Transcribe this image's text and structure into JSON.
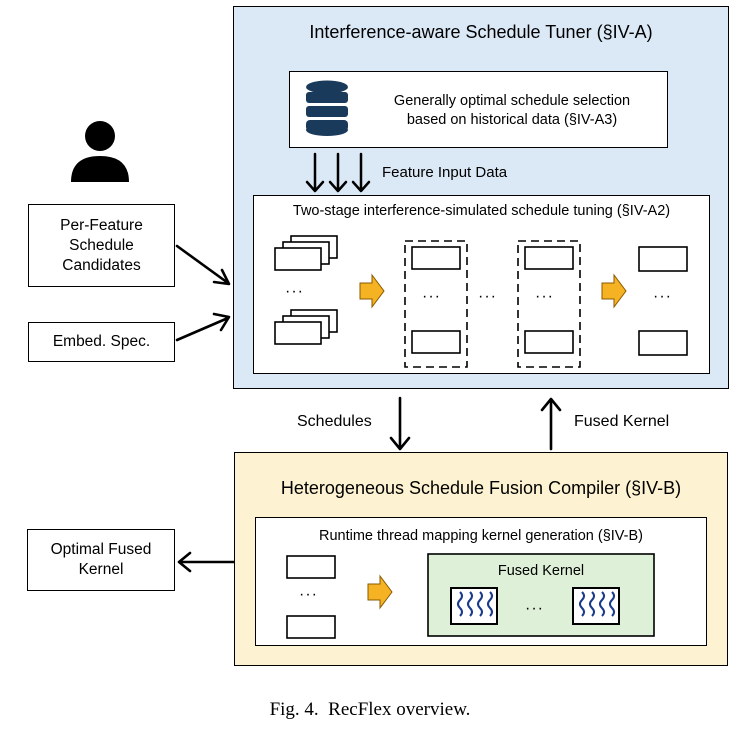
{
  "tuner": {
    "title": "Interference-aware Schedule Tuner (§IV-A)",
    "database_line1": "Generally optimal schedule selection",
    "database_line2": "based on historical data (§IV-A3)",
    "feature_label": "Feature Input Data",
    "tuning_title": "Two-stage interference-simulated schedule tuning (§IV-A2)",
    "ellipsis": "···"
  },
  "inputs": {
    "candidates_line1": "Per-Feature",
    "candidates_line2": "Schedule",
    "candidates_line3": "Candidates",
    "embed_spec": "Embed. Spec."
  },
  "flow": {
    "schedules": "Schedules",
    "fused_kernel": "Fused Kernel"
  },
  "compiler": {
    "title": "Heterogeneous Schedule Fusion Compiler (§IV-B)",
    "runtime_title": "Runtime thread mapping kernel generation (§IV-B)",
    "fused_kernel_label": "Fused Kernel",
    "ellipsis": "···"
  },
  "output": {
    "line1": "Optimal Fused",
    "line2": "Kernel"
  },
  "caption": "Fig. 4.  RecFlex overview.",
  "colors": {
    "tuner_bg": "#dbe8f6",
    "compiler_bg": "#fdf3d2",
    "fused_bg": "#dff0d8",
    "arrow_orange": "#f5b223"
  }
}
